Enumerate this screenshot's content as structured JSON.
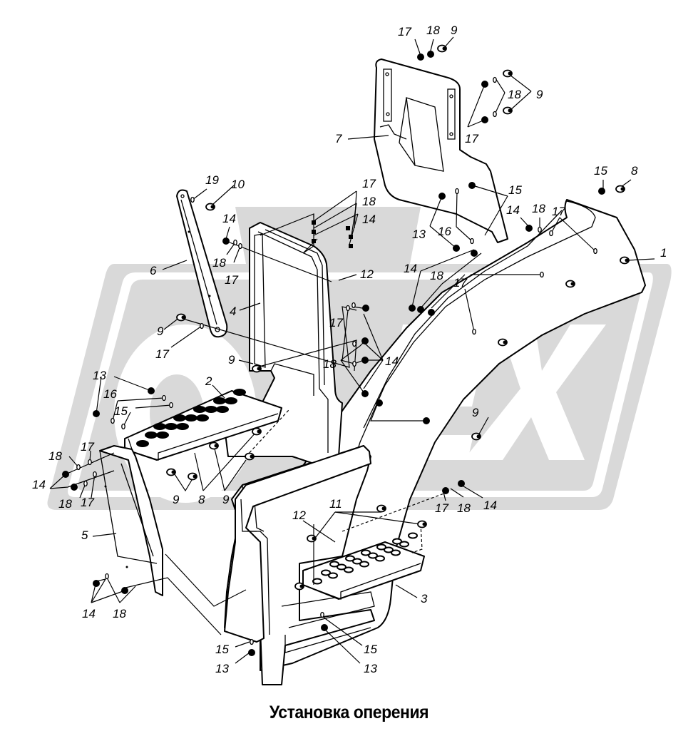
{
  "caption": "Установка оперения",
  "watermark": {
    "text": "ORPEX",
    "color": "#d9d9d9"
  },
  "parts": {
    "p1": "1",
    "p2": "2",
    "p3": "3",
    "p4": "4",
    "p5": "5",
    "p6": "6",
    "p7": "7",
    "p8": "8",
    "p9": "9",
    "p10": "10",
    "p11": "11",
    "p12": "12",
    "p13": "13",
    "p14": "14",
    "p15": "15",
    "p16": "16",
    "p17": "17",
    "p18": "18",
    "p19": "19"
  },
  "callouts": [
    {
      "id": "c01",
      "label": "17"
    },
    {
      "id": "c02",
      "label": "18"
    },
    {
      "id": "c03",
      "label": "9"
    },
    {
      "id": "c04",
      "label": "18"
    },
    {
      "id": "c05",
      "label": "9"
    },
    {
      "id": "c06",
      "label": "17"
    },
    {
      "id": "c07",
      "label": "7"
    },
    {
      "id": "c08",
      "label": "15"
    },
    {
      "id": "c09",
      "label": "8"
    },
    {
      "id": "c10",
      "label": "15"
    },
    {
      "id": "c11",
      "label": "14"
    },
    {
      "id": "c12",
      "label": "18"
    },
    {
      "id": "c13",
      "label": "17"
    },
    {
      "id": "c14",
      "label": "1"
    },
    {
      "id": "c15",
      "label": "13"
    },
    {
      "id": "c16",
      "label": "16"
    },
    {
      "id": "c17",
      "label": "14"
    },
    {
      "id": "c18",
      "label": "18"
    },
    {
      "id": "c19",
      "label": "17"
    },
    {
      "id": "c20",
      "label": "19"
    },
    {
      "id": "c21",
      "label": "10"
    },
    {
      "id": "c22",
      "label": "17"
    },
    {
      "id": "c23",
      "label": "18"
    },
    {
      "id": "c24",
      "label": "14"
    },
    {
      "id": "c25",
      "label": "14"
    },
    {
      "id": "c26",
      "label": "18"
    },
    {
      "id": "c27",
      "label": "17"
    },
    {
      "id": "c28",
      "label": "6"
    },
    {
      "id": "c29",
      "label": "12"
    },
    {
      "id": "c30",
      "label": "4"
    },
    {
      "id": "c31",
      "label": "9"
    },
    {
      "id": "c32",
      "label": "17"
    },
    {
      "id": "c33",
      "label": "17"
    },
    {
      "id": "c34",
      "label": "9"
    },
    {
      "id": "c35",
      "label": "18"
    },
    {
      "id": "c36",
      "label": "14"
    },
    {
      "id": "c37",
      "label": "13"
    },
    {
      "id": "c38",
      "label": "16"
    },
    {
      "id": "c39",
      "label": "15"
    },
    {
      "id": "c40",
      "label": "2"
    },
    {
      "id": "c41",
      "label": "9"
    },
    {
      "id": "c42",
      "label": "18"
    },
    {
      "id": "c43",
      "label": "17"
    },
    {
      "id": "c44",
      "label": "14"
    },
    {
      "id": "c45",
      "label": "18"
    },
    {
      "id": "c46",
      "label": "17"
    },
    {
      "id": "c47",
      "label": "9"
    },
    {
      "id": "c48",
      "label": "8"
    },
    {
      "id": "c49",
      "label": "9"
    },
    {
      "id": "c50",
      "label": "5"
    },
    {
      "id": "c51",
      "label": "12"
    },
    {
      "id": "c52",
      "label": "11"
    },
    {
      "id": "c53",
      "label": "17"
    },
    {
      "id": "c54",
      "label": "18"
    },
    {
      "id": "c55",
      "label": "14"
    },
    {
      "id": "c56",
      "label": "3"
    },
    {
      "id": "c57",
      "label": "14"
    },
    {
      "id": "c58",
      "label": "18"
    },
    {
      "id": "c59",
      "label": "15"
    },
    {
      "id": "c60",
      "label": "13"
    },
    {
      "id": "c61",
      "label": "15"
    },
    {
      "id": "c62",
      "label": "13"
    }
  ]
}
